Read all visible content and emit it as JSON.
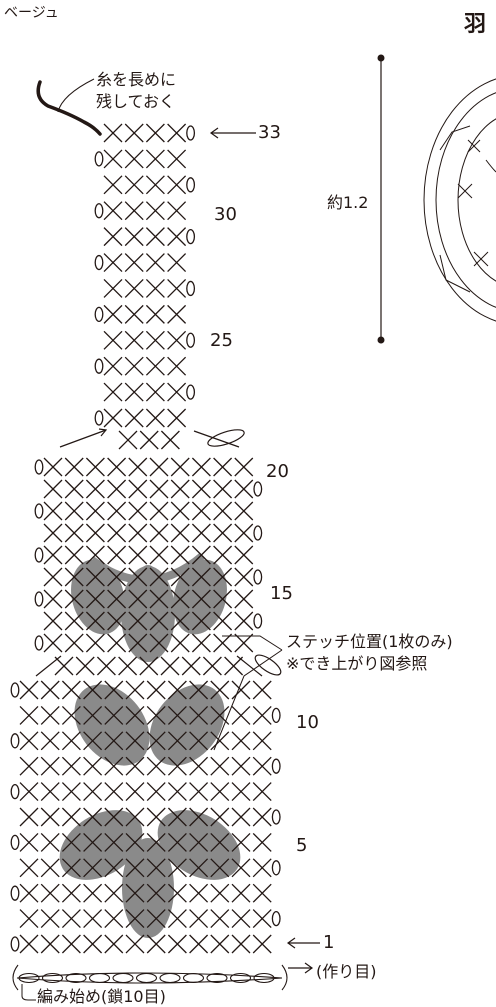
{
  "color_label": "ベージュ",
  "title": "羽",
  "tail_note": [
    "糸を長めに",
    "残しておく"
  ],
  "row_labels": [
    "33",
    "30",
    "25",
    "20",
    "15",
    "10",
    "5",
    "1"
  ],
  "start_row_note": "(作り目)",
  "start_note": "編み始め(鎖10目)",
  "stitch_note": [
    "ステッチ位置(1枚のみ)",
    "※でき上がり図参照"
  ],
  "dimension": "約1.2",
  "colors": {
    "ink": "#231815",
    "fill": "#8a8a8a",
    "bg": "#ffffff"
  },
  "symbols": {
    "single_crochet": "×",
    "chain": "0"
  },
  "arrows": {
    "row_end": "←",
    "row_start": "→"
  }
}
